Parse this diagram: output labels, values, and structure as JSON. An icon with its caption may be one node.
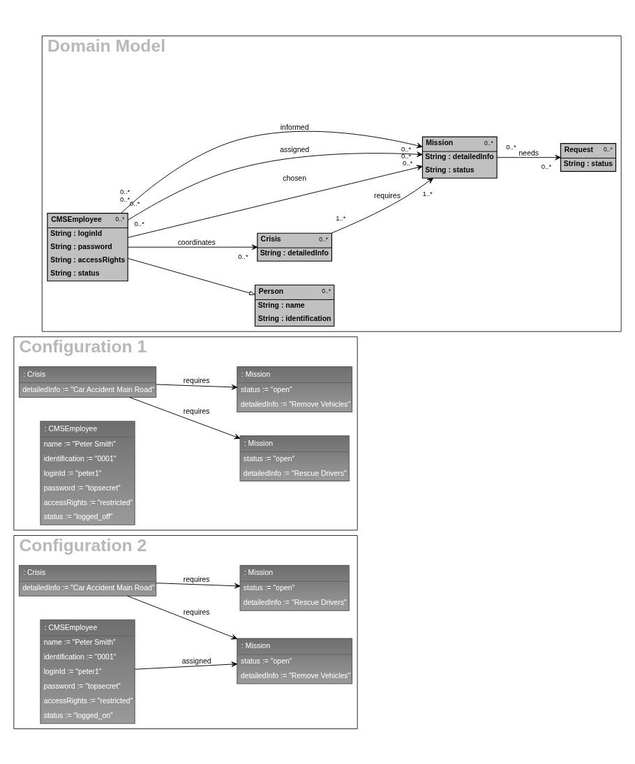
{
  "diagram": {
    "nodes": [
      {
        "text": [
          "Domain Model"
        ]
      },
      {
        "text": [
          "Person",
          "0..*",
          "String : name",
          "String : identification"
        ],
        "in": 0
      },
      {
        "text": [
          "Crisis",
          "0..*",
          "String : detailedInfo"
        ],
        "in": 0
      },
      {
        "text": [
          "CMSEmployee",
          "0..*",
          "String : loginId",
          "String : password",
          "String : accessRights",
          "String : status"
        ],
        "in": 0
      },
      {
        "text": [
          "Mission",
          "0..*",
          "String : detailedInfo",
          "String : status"
        ],
        "in": 0
      },
      {
        "text": [
          "Request",
          "0..*",
          "String : status"
        ],
        "in": 0
      },
      {
        "text": [
          "Configuration 1"
        ]
      },
      {
        "text": [
          ": Crisis",
          "detailedInfo := \"Car Accident Main Road\""
        ],
        "in": 6
      },
      {
        "text": [
          ": CMSEmployee",
          "name := \"Peter Smith\"",
          "identification := \"0001\"",
          "loginId := \"peter1\"",
          "password := \"topsecret\"",
          "accessRights := \"restricted\"",
          "status := \"logged_off\""
        ],
        "in": 6
      },
      {
        "text": [
          ": Mission",
          "status := \"open\"",
          "detailedInfo := \"Rescue Drivers\""
        ],
        "in": 6
      },
      {
        "text": [
          ": Mission",
          "status := \"open\"",
          "detailedInfo := \"Remove Vehicles\""
        ],
        "in": 6
      },
      {
        "text": [
          "Configuration 2"
        ]
      },
      {
        "text": [
          ": Crisis",
          "detailedInfo := \"Car Accident Main Road\""
        ],
        "in": 11
      },
      {
        "text": [
          ": CMSEmployee",
          "name := \"Peter Smith\"",
          "identification := \"0001\"",
          "loginId := \"peter1\"",
          "password := \"topsecret\"",
          "accessRights := \"restricted\"",
          "status := \"logged_on\""
        ],
        "in": 11
      },
      {
        "text": [
          ": Mission",
          "status := \"open\"",
          "detailedInfo := \"Rescue Drivers\""
        ],
        "in": 11
      },
      {
        "text": [
          ": Mission",
          "status := \"open\"",
          "detailedInfo := \"Remove Vehicles\""
        ],
        "in": 11
      }
    ],
    "edges": [
      {
        "from": 3,
        "to": 1,
        "arrow": "to"
      },
      {
        "from": 3,
        "to": 2,
        "arrow": "to",
        "label": "coordinates"
      },
      {
        "from": 3,
        "to": 4,
        "arrow": "to",
        "label": "chosen"
      },
      {
        "from": 3,
        "to": 4,
        "arrow": "to",
        "label": "assigned"
      },
      {
        "from": 3,
        "to": 4,
        "arrow": "to",
        "label": "informed"
      },
      {
        "from": 2,
        "to": 4,
        "arrow": "to",
        "label": "requires"
      },
      {
        "from": 4,
        "to": 5,
        "arrow": "to",
        "label": "needs"
      },
      {
        "from": 7,
        "to": 9,
        "arrow": "to",
        "label": "requires"
      },
      {
        "from": 7,
        "to": 10,
        "arrow": "to",
        "label": "requires"
      },
      {
        "from": 12,
        "to": 14,
        "arrow": "to",
        "label": "requires"
      },
      {
        "from": 12,
        "to": 15,
        "arrow": "to",
        "label": "requires"
      },
      {
        "from": 13,
        "to": 15,
        "arrow": "to",
        "label": "assigned"
      }
    ],
    "labels": [
      "0..*",
      "1..*",
      "1..*",
      "0..*",
      "0..*",
      "0..*",
      "0..*",
      "0..*",
      "0..*",
      "0..*",
      "0..*",
      "0..*"
    ]
  }
}
